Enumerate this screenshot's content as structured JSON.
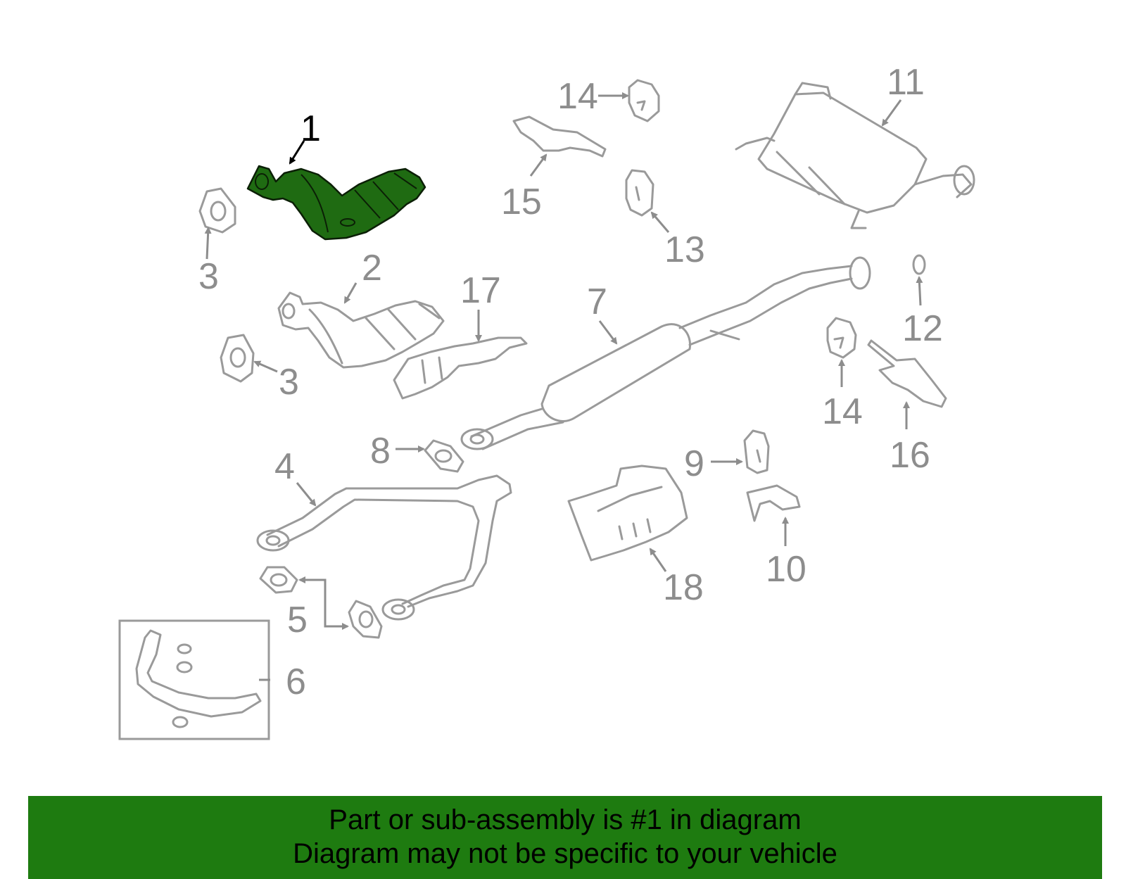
{
  "colors": {
    "highlight_fill": "#1f6b12",
    "banner_background": "#1e7b10",
    "part_stroke": "#9a9a9a",
    "label_gray": "#8d8d8d"
  },
  "labels": {
    "p1": "1",
    "p2": "2",
    "p3a": "3",
    "p3b": "3",
    "p4": "4",
    "p5": "5",
    "p6": "6",
    "p7": "7",
    "p8": "8",
    "p9": "9",
    "p10": "10",
    "p11": "11",
    "p12": "12",
    "p13": "13",
    "p14a": "14",
    "p14b": "14",
    "p15": "15",
    "p16": "16",
    "p17": "17",
    "p18": "18"
  },
  "highlighted_part": "1",
  "banner": {
    "line1": "Part or sub-assembly is #1 in diagram",
    "line2": "Diagram may not be specific to your vehicle"
  }
}
